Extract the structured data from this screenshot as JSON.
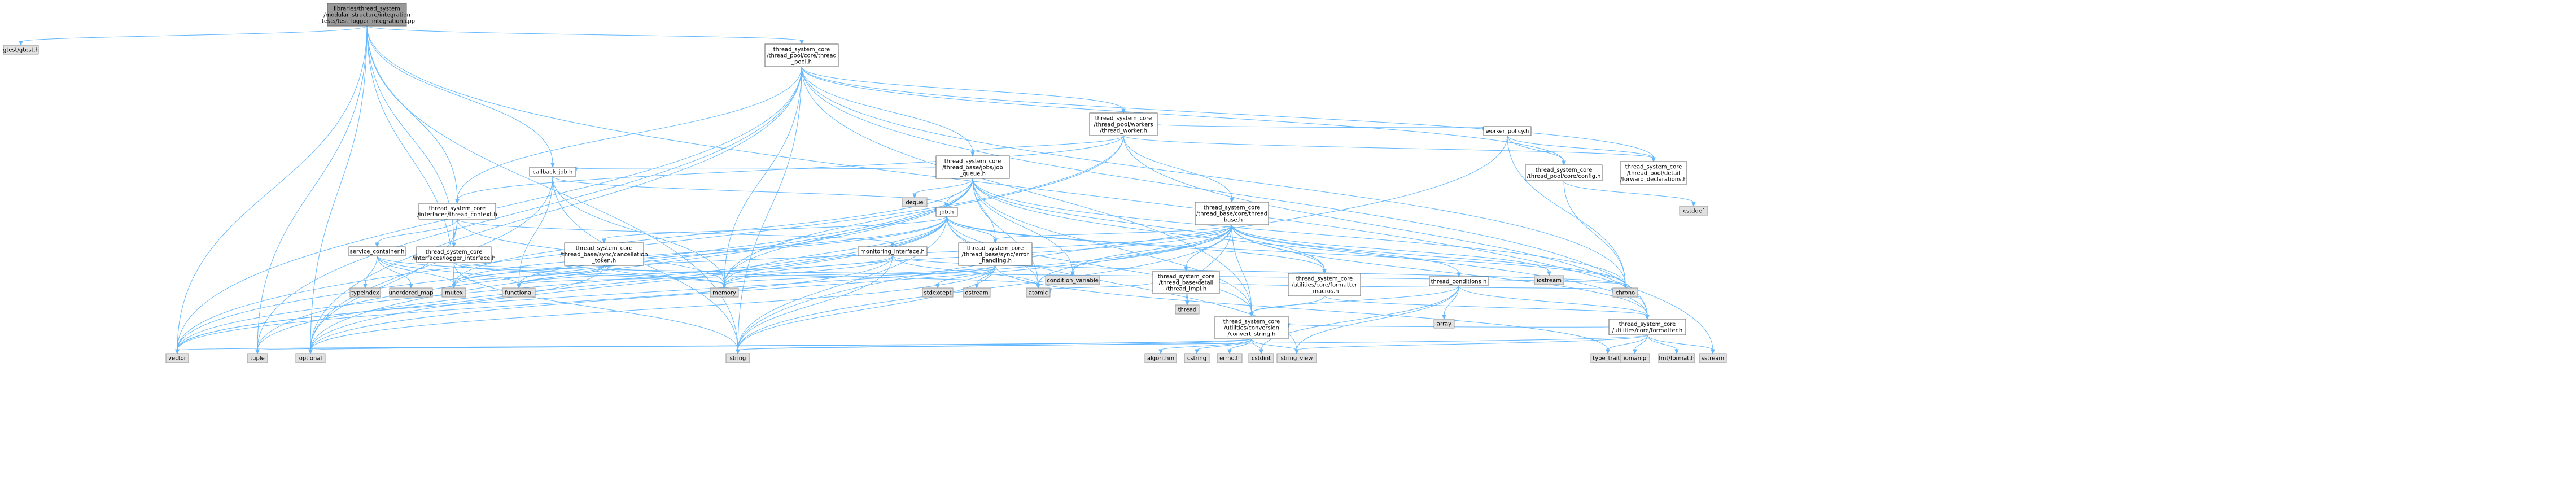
{
  "graph": {
    "nodes": [
      {
        "id": "root",
        "kind": "root",
        "lines": [
          "libraries/thread_system",
          "/modular_structure/integration",
          "_tests/test_logger_integration.cpp"
        ]
      },
      {
        "id": "gtest",
        "kind": "sys",
        "lines": [
          "gtest/gtest.h"
        ]
      },
      {
        "id": "tpool",
        "kind": "hdr",
        "lines": [
          "thread_system_core",
          "/thread_pool/core/thread",
          "_pool.h"
        ]
      },
      {
        "id": "tworker",
        "kind": "hdr",
        "lines": [
          "thread_system_core",
          "/thread_pool/workers",
          "/thread_worker.h"
        ]
      },
      {
        "id": "jobqueue",
        "kind": "hdr",
        "lines": [
          "thread_system_core",
          "/thread_base/jobs/job",
          "_queue.h"
        ]
      },
      {
        "id": "callbackjob",
        "kind": "hdr",
        "lines": [
          "callback_job.h"
        ]
      },
      {
        "id": "workerpolicy",
        "kind": "hdr",
        "lines": [
          "worker_policy.h"
        ]
      },
      {
        "id": "config",
        "kind": "hdr",
        "lines": [
          "thread_system_core",
          "/thread_pool/core/config.h"
        ]
      },
      {
        "id": "fwd",
        "kind": "hdr",
        "lines": [
          "thread_system_core",
          "/thread_pool/detail",
          "/forward_declarations.h"
        ]
      },
      {
        "id": "cstddef",
        "kind": "sys",
        "lines": [
          "cstddef"
        ]
      },
      {
        "id": "deque",
        "kind": "sys",
        "lines": [
          "deque"
        ]
      },
      {
        "id": "threadctx",
        "kind": "hdr",
        "lines": [
          "thread_system_core",
          "/interfaces/thread_context.h"
        ]
      },
      {
        "id": "jobh",
        "kind": "hdr",
        "lines": [
          "job.h"
        ]
      },
      {
        "id": "threadbase",
        "kind": "hdr",
        "lines": [
          "thread_system_core",
          "/thread_base/core/thread",
          "_base.h"
        ]
      },
      {
        "id": "servicecont",
        "kind": "hdr",
        "lines": [
          "service_container.h"
        ]
      },
      {
        "id": "loggeriface",
        "kind": "hdr",
        "lines": [
          "thread_system_core",
          "/interfaces/logger_interface.h"
        ]
      },
      {
        "id": "canceltoken",
        "kind": "hdr",
        "lines": [
          "thread_system_core",
          "/thread_base/sync/cancellation",
          "_token.h"
        ]
      },
      {
        "id": "monitoring",
        "kind": "hdr",
        "lines": [
          "monitoring_interface.h"
        ]
      },
      {
        "id": "errhandling",
        "kind": "hdr",
        "lines": [
          "thread_system_core",
          "/thread_base/sync/error",
          "_handling.h"
        ]
      },
      {
        "id": "condvar",
        "kind": "sys",
        "lines": [
          "condition_variable"
        ]
      },
      {
        "id": "threadimpl",
        "kind": "hdr",
        "lines": [
          "thread_system_core",
          "/thread_base/detail",
          "/thread_impl.h"
        ]
      },
      {
        "id": "fmtmacros",
        "kind": "hdr",
        "lines": [
          "thread_system_core",
          "/utilities/core/formatter",
          "_macros.h"
        ]
      },
      {
        "id": "iostream",
        "kind": "sys",
        "lines": [
          "iostream"
        ]
      },
      {
        "id": "threadcond",
        "kind": "hdr",
        "lines": [
          "thread_conditions.h"
        ]
      },
      {
        "id": "convert",
        "kind": "hdr",
        "lines": [
          "thread_system_core",
          "/utilities/conversion",
          "/convert_string.h"
        ]
      },
      {
        "id": "formatter",
        "kind": "hdr",
        "lines": [
          "thread_system_core",
          "/utilities/core/formatter.h"
        ]
      },
      {
        "id": "typeindex",
        "kind": "sys",
        "lines": [
          "typeindex"
        ]
      },
      {
        "id": "unorderedmap",
        "kind": "sys",
        "lines": [
          "unordered_map"
        ]
      },
      {
        "id": "mutex",
        "kind": "sys",
        "lines": [
          "mutex"
        ]
      },
      {
        "id": "functional",
        "kind": "sys",
        "lines": [
          "functional"
        ]
      },
      {
        "id": "memory",
        "kind": "sys",
        "lines": [
          "memory"
        ]
      },
      {
        "id": "stdexcept",
        "kind": "sys",
        "lines": [
          "stdexcept"
        ]
      },
      {
        "id": "ostream",
        "kind": "sys",
        "lines": [
          "ostream"
        ]
      },
      {
        "id": "atomic",
        "kind": "sys",
        "lines": [
          "atomic"
        ]
      },
      {
        "id": "thread",
        "kind": "sys",
        "lines": [
          "thread"
        ]
      },
      {
        "id": "chrono",
        "kind": "sys",
        "lines": [
          "chrono"
        ]
      },
      {
        "id": "array",
        "kind": "sys",
        "lines": [
          "array"
        ]
      },
      {
        "id": "vector",
        "kind": "sys",
        "lines": [
          "vector"
        ]
      },
      {
        "id": "tuple",
        "kind": "sys",
        "lines": [
          "tuple"
        ]
      },
      {
        "id": "optional",
        "kind": "sys",
        "lines": [
          "optional"
        ]
      },
      {
        "id": "string",
        "kind": "sys",
        "lines": [
          "string"
        ]
      },
      {
        "id": "algorithm",
        "kind": "sys",
        "lines": [
          "algorithm"
        ]
      },
      {
        "id": "cstring",
        "kind": "sys",
        "lines": [
          "cstring"
        ]
      },
      {
        "id": "errno",
        "kind": "sys",
        "lines": [
          "errno.h"
        ]
      },
      {
        "id": "cstdint",
        "kind": "sys",
        "lines": [
          "cstdint"
        ]
      },
      {
        "id": "stringview",
        "kind": "sys",
        "lines": [
          "string_view"
        ]
      },
      {
        "id": "typetraits",
        "kind": "sys",
        "lines": [
          "type_traits"
        ]
      },
      {
        "id": "iomanip",
        "kind": "sys",
        "lines": [
          "iomanip"
        ]
      },
      {
        "id": "fmtformat",
        "kind": "sys",
        "lines": [
          "fmt/format.h"
        ]
      },
      {
        "id": "sstream",
        "kind": "sys",
        "lines": [
          "sstream"
        ]
      }
    ],
    "edges": [
      [
        "root",
        "gtest"
      ],
      [
        "root",
        "tpool"
      ],
      [
        "root",
        "vector"
      ],
      [
        "root",
        "tuple"
      ],
      [
        "root",
        "optional"
      ],
      [
        "root",
        "string"
      ],
      [
        "root",
        "mutex"
      ],
      [
        "root",
        "threadctx"
      ],
      [
        "root",
        "loggeriface"
      ],
      [
        "root",
        "callbackjob"
      ],
      [
        "root",
        "sstream"
      ],
      [
        "tpool",
        "tworker"
      ],
      [
        "tpool",
        "jobqueue"
      ],
      [
        "tpool",
        "config"
      ],
      [
        "tpool",
        "fwd"
      ],
      [
        "tpool",
        "threadctx"
      ],
      [
        "tpool",
        "memory"
      ],
      [
        "tpool",
        "vector"
      ],
      [
        "tpool",
        "string"
      ],
      [
        "tpool",
        "optional"
      ],
      [
        "tpool",
        "tuple"
      ],
      [
        "tpool",
        "formatter"
      ],
      [
        "tpool",
        "convert"
      ],
      [
        "tpool",
        "chrono"
      ],
      [
        "tworker",
        "jobqueue"
      ],
      [
        "tworker",
        "threadbase"
      ],
      [
        "tworker",
        "workerpolicy"
      ],
      [
        "tworker",
        "threadctx"
      ],
      [
        "tworker",
        "fwd"
      ],
      [
        "tworker",
        "memory"
      ],
      [
        "tworker",
        "vector"
      ],
      [
        "tworker",
        "formatter"
      ],
      [
        "jobqueue",
        "callbackjob"
      ],
      [
        "jobqueue",
        "jobh"
      ],
      [
        "jobqueue",
        "deque"
      ],
      [
        "jobqueue",
        "condvar"
      ],
      [
        "jobqueue",
        "mutex"
      ],
      [
        "jobqueue",
        "atomic"
      ],
      [
        "jobqueue",
        "memory"
      ],
      [
        "jobqueue",
        "optional"
      ],
      [
        "jobqueue",
        "tuple"
      ],
      [
        "jobqueue",
        "vector"
      ],
      [
        "jobqueue",
        "errhandling"
      ],
      [
        "jobqueue",
        "fmtmacros"
      ],
      [
        "jobqueue",
        "formatter"
      ],
      [
        "jobqueue",
        "convert"
      ],
      [
        "jobqueue",
        "chrono"
      ],
      [
        "callbackjob",
        "jobh"
      ],
      [
        "callbackjob",
        "functional"
      ],
      [
        "callbackjob",
        "memory"
      ],
      [
        "callbackjob",
        "string"
      ],
      [
        "callbackjob",
        "optional"
      ],
      [
        "workerpolicy",
        "config"
      ],
      [
        "workerpolicy",
        "fwd"
      ],
      [
        "workerpolicy",
        "chrono"
      ],
      [
        "workerpolicy",
        "string"
      ],
      [
        "config",
        "cstddef"
      ],
      [
        "config",
        "chrono"
      ],
      [
        "threadctx",
        "loggeriface"
      ],
      [
        "threadctx",
        "servicecont"
      ],
      [
        "threadctx",
        "monitoring"
      ],
      [
        "threadctx",
        "memory"
      ],
      [
        "threadctx",
        "optional"
      ],
      [
        "jobh",
        "canceltoken"
      ],
      [
        "jobh",
        "errhandling"
      ],
      [
        "jobh",
        "memory"
      ],
      [
        "jobh",
        "string"
      ],
      [
        "jobh",
        "vector"
      ],
      [
        "jobh",
        "atomic"
      ],
      [
        "jobh",
        "chrono"
      ],
      [
        "jobh",
        "mutex"
      ],
      [
        "jobh",
        "functional"
      ],
      [
        "jobh",
        "convert"
      ],
      [
        "jobh",
        "fmtmacros"
      ],
      [
        "jobh",
        "tuple"
      ],
      [
        "jobh",
        "optional"
      ],
      [
        "jobh",
        "stringview"
      ],
      [
        "threadbase",
        "errhandling"
      ],
      [
        "threadbase",
        "condvar"
      ],
      [
        "threadbase",
        "threadimpl"
      ],
      [
        "threadbase",
        "fmtmacros"
      ],
      [
        "threadbase",
        "iostream"
      ],
      [
        "threadbase",
        "threadcond"
      ],
      [
        "threadbase",
        "convert"
      ],
      [
        "threadbase",
        "formatter"
      ],
      [
        "threadbase",
        "memory"
      ],
      [
        "threadbase",
        "mutex"
      ],
      [
        "threadbase",
        "thread"
      ],
      [
        "threadbase",
        "atomic"
      ],
      [
        "threadbase",
        "chrono"
      ],
      [
        "threadbase",
        "string"
      ],
      [
        "threadbase",
        "optional"
      ],
      [
        "threadbase",
        "vector"
      ],
      [
        "servicecont",
        "typeindex"
      ],
      [
        "servicecont",
        "unorderedmap"
      ],
      [
        "servicecont",
        "mutex"
      ],
      [
        "servicecont",
        "memory"
      ],
      [
        "servicecont",
        "functional"
      ],
      [
        "loggeriface",
        "memory"
      ],
      [
        "loggeriface",
        "string"
      ],
      [
        "loggeriface",
        "chrono"
      ],
      [
        "canceltoken",
        "functional"
      ],
      [
        "canceltoken",
        "mutex"
      ],
      [
        "canceltoken",
        "memory"
      ],
      [
        "canceltoken",
        "vector"
      ],
      [
        "canceltoken",
        "atomic"
      ],
      [
        "monitoring",
        "memory"
      ],
      [
        "monitoring",
        "string"
      ],
      [
        "monitoring",
        "chrono"
      ],
      [
        "monitoring",
        "atomic"
      ],
      [
        "monitoring",
        "vector"
      ],
      [
        "monitoring",
        "functional"
      ],
      [
        "errhandling",
        "stdexcept"
      ],
      [
        "errhandling",
        "ostream"
      ],
      [
        "errhandling",
        "string"
      ],
      [
        "errhandling",
        "optional"
      ],
      [
        "errhandling",
        "functional"
      ],
      [
        "errhandling",
        "memory"
      ],
      [
        "errhandling",
        "typetraits"
      ],
      [
        "threadimpl",
        "thread"
      ],
      [
        "threadimpl",
        "chrono"
      ],
      [
        "threadimpl",
        "atomic"
      ],
      [
        "fmtmacros",
        "formatter"
      ],
      [
        "fmtmacros",
        "convert"
      ],
      [
        "threadcond",
        "formatter"
      ],
      [
        "threadcond",
        "convert"
      ],
      [
        "threadcond",
        "array"
      ],
      [
        "threadcond",
        "cstdint"
      ],
      [
        "threadcond",
        "stringview"
      ],
      [
        "convert",
        "algorithm"
      ],
      [
        "convert",
        "cstring"
      ],
      [
        "convert",
        "errno"
      ],
      [
        "convert",
        "cstdint"
      ],
      [
        "convert",
        "stringview"
      ],
      [
        "convert",
        "string"
      ],
      [
        "convert",
        "vector"
      ],
      [
        "convert",
        "tuple"
      ],
      [
        "convert",
        "optional"
      ],
      [
        "formatter",
        "convert"
      ],
      [
        "formatter",
        "iomanip"
      ],
      [
        "formatter",
        "fmtformat"
      ],
      [
        "formatter",
        "sstream"
      ],
      [
        "formatter",
        "string"
      ],
      [
        "formatter",
        "stringview"
      ],
      [
        "formatter",
        "typetraits"
      ]
    ]
  }
}
